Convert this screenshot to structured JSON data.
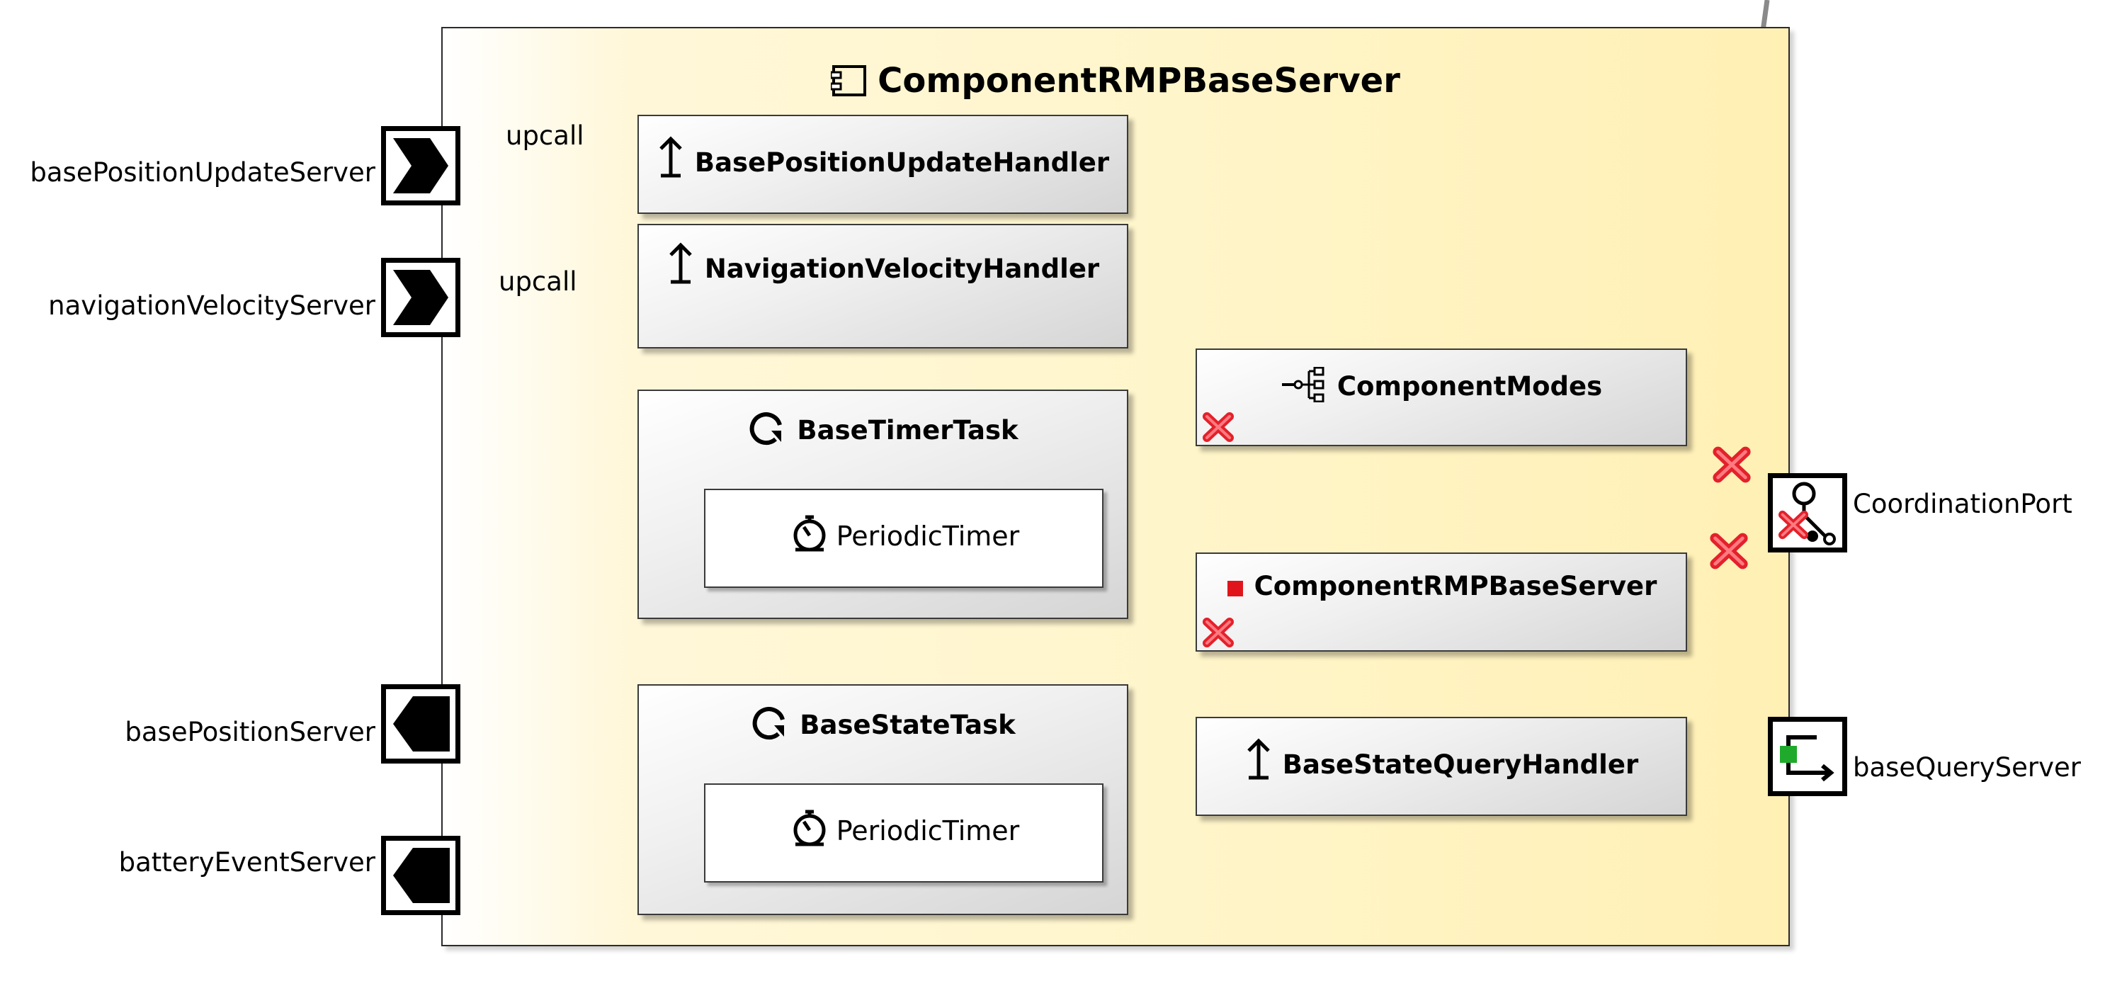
{
  "component": {
    "title": "ComponentRMPBaseServer",
    "icon": "component-icon"
  },
  "inner": {
    "base_position_update_handler": {
      "label": "BasePositionUpdateHandler",
      "icon": "upcall-arrow-icon"
    },
    "navigation_velocity_handler": {
      "label": "NavigationVelocityHandler",
      "icon": "upcall-arrow-icon"
    },
    "base_timer_task": {
      "label": "BaseTimerTask",
      "icon": "task-cycle-icon",
      "timer_label": "PeriodicTimer"
    },
    "base_state_task": {
      "label": "BaseStateTask",
      "icon": "task-cycle-icon",
      "timer_label": "PeriodicTimer"
    },
    "component_modes": {
      "label": "ComponentModes",
      "icon": "mode-tree-icon"
    },
    "component_rmp_base_server": {
      "label": "ComponentRMPBaseServer",
      "icon": "red-square-icon"
    },
    "base_state_query_handler": {
      "label": "BaseStateQueryHandler",
      "icon": "upcall-arrow-icon"
    }
  },
  "ports": {
    "base_position_update_server": "basePositionUpdateServer",
    "navigation_velocity_server": "navigationVelocityServer",
    "base_position_server": "basePositionServer",
    "battery_event_server": "batteryEventServer",
    "coordination_port": "CoordinationPort",
    "base_query_server": "baseQueryServer"
  },
  "wires": {
    "upcall_1": "upcall",
    "upcall_2": "upcall"
  },
  "colors": {
    "wire": "#8a8a8a",
    "error": "#e3212b",
    "mode_red": "#e0151b",
    "query_green": "#1faa2c"
  }
}
